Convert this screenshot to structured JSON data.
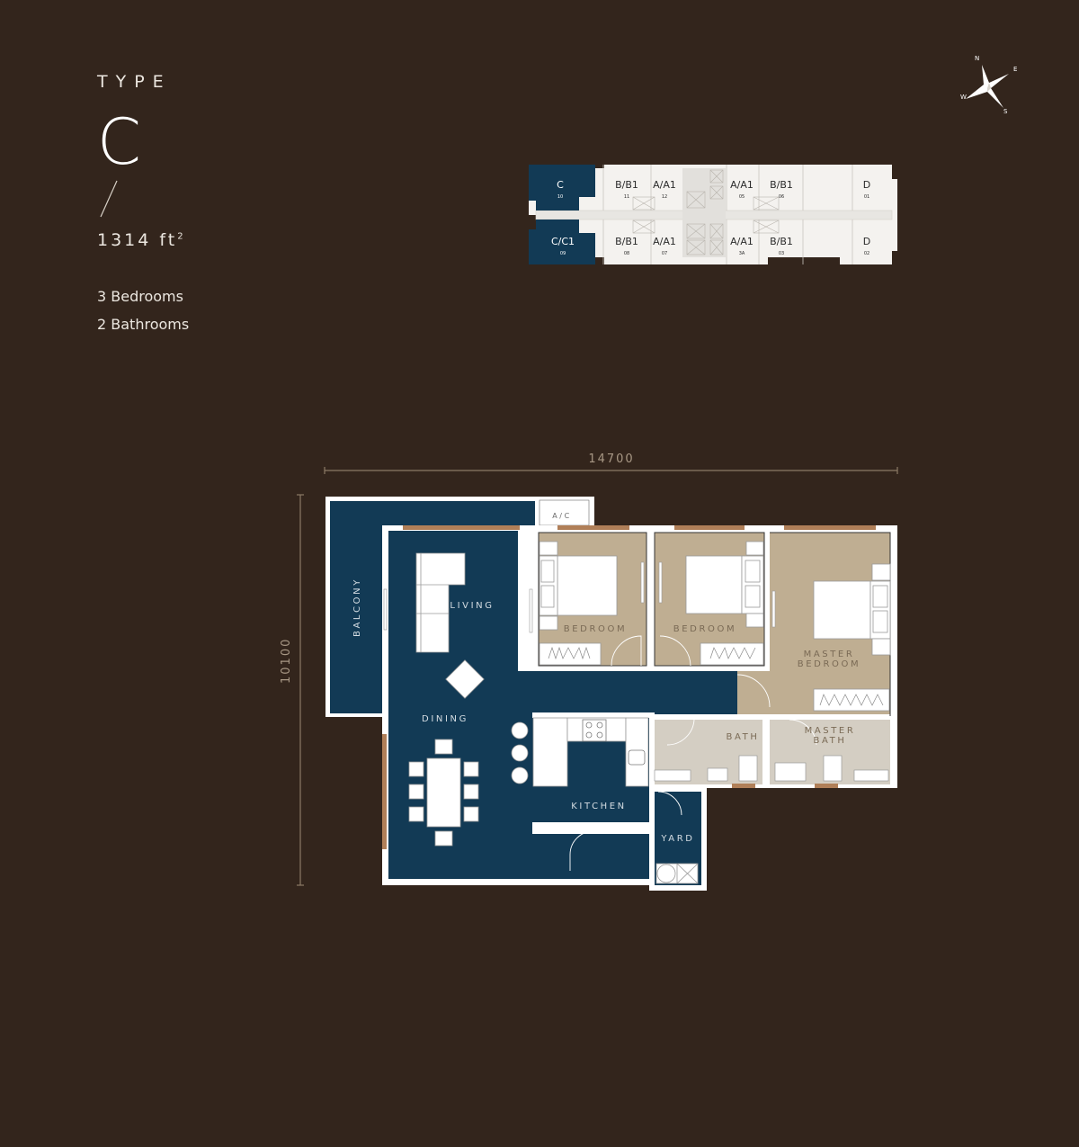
{
  "unit": {
    "type_label": "TYPE",
    "type_letter": "C",
    "area": "1314 ft",
    "area_unit_sup": "2",
    "bedrooms": "3 Bedrooms",
    "bathrooms": "2 Bathrooms"
  },
  "compass": {
    "north": "N",
    "east": "E",
    "south": "S",
    "west": "W"
  },
  "key_plan": {
    "highlight_color": "#123a55",
    "top_row": [
      {
        "type": "C",
        "unit": "10",
        "highlighted": true
      },
      {
        "type": "B/B1",
        "unit": "11"
      },
      {
        "type": "A/A1",
        "unit": "12"
      },
      {
        "type": "A/A1",
        "unit": "05"
      },
      {
        "type": "B/B1",
        "unit": "06"
      },
      {
        "type": "D",
        "unit": "01"
      }
    ],
    "bottom_row": [
      {
        "type": "C/C1",
        "unit": "09",
        "highlighted": true
      },
      {
        "type": "B/B1",
        "unit": "08"
      },
      {
        "type": "A/A1",
        "unit": "07"
      },
      {
        "type": "A/A1",
        "unit": "3A"
      },
      {
        "type": "B/B1",
        "unit": "03"
      },
      {
        "type": "D",
        "unit": "02"
      }
    ]
  },
  "dimensions": {
    "width": "14700",
    "depth": "10100"
  },
  "rooms": {
    "balcony": "BALCONY",
    "ac": "A/C",
    "living": "LIVING",
    "dining": "DINING",
    "kitchen": "KITCHEN",
    "yard": "YARD",
    "bedroom_1": "BEDROOM",
    "bedroom_2": "BEDROOM",
    "master_bedroom_line1": "MASTER",
    "master_bedroom_line2": "BEDROOM",
    "bath": "BATH",
    "master_bath_line1": "MASTER",
    "master_bath_line2": "BATH"
  },
  "colors": {
    "background": "#33251c",
    "living_zone": "#123a55",
    "bedroom_zone": "#bfae92",
    "bath_zone": "#d4cec3",
    "window": "#b07f58",
    "wall": "#ffffff",
    "dimension_line": "#8c7a66"
  }
}
